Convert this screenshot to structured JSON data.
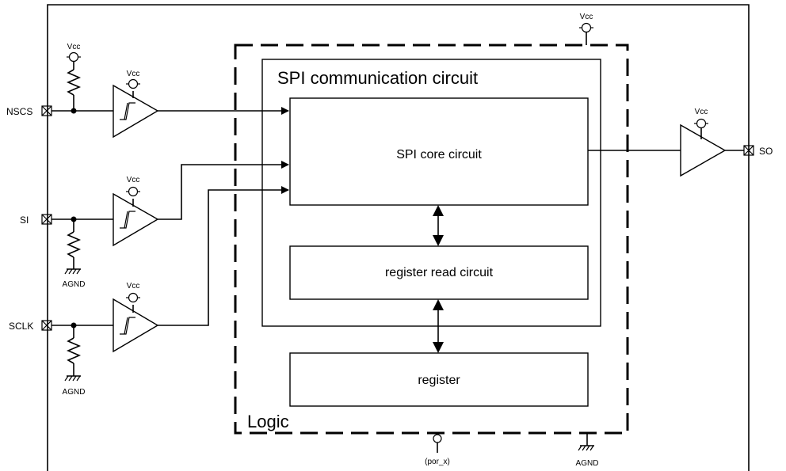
{
  "labels": {
    "spi_comm": "SPI communication circuit",
    "spi_core": "SPI core circuit",
    "reg_read": "register read circuit",
    "register": "register",
    "logic": "Logic",
    "por": "(por_x)",
    "agnd": "AGND",
    "vcc": "Vcc"
  },
  "pins": {
    "nscs": "NSCS",
    "si": "SI",
    "sclk": "SCLK",
    "so": "SO"
  }
}
